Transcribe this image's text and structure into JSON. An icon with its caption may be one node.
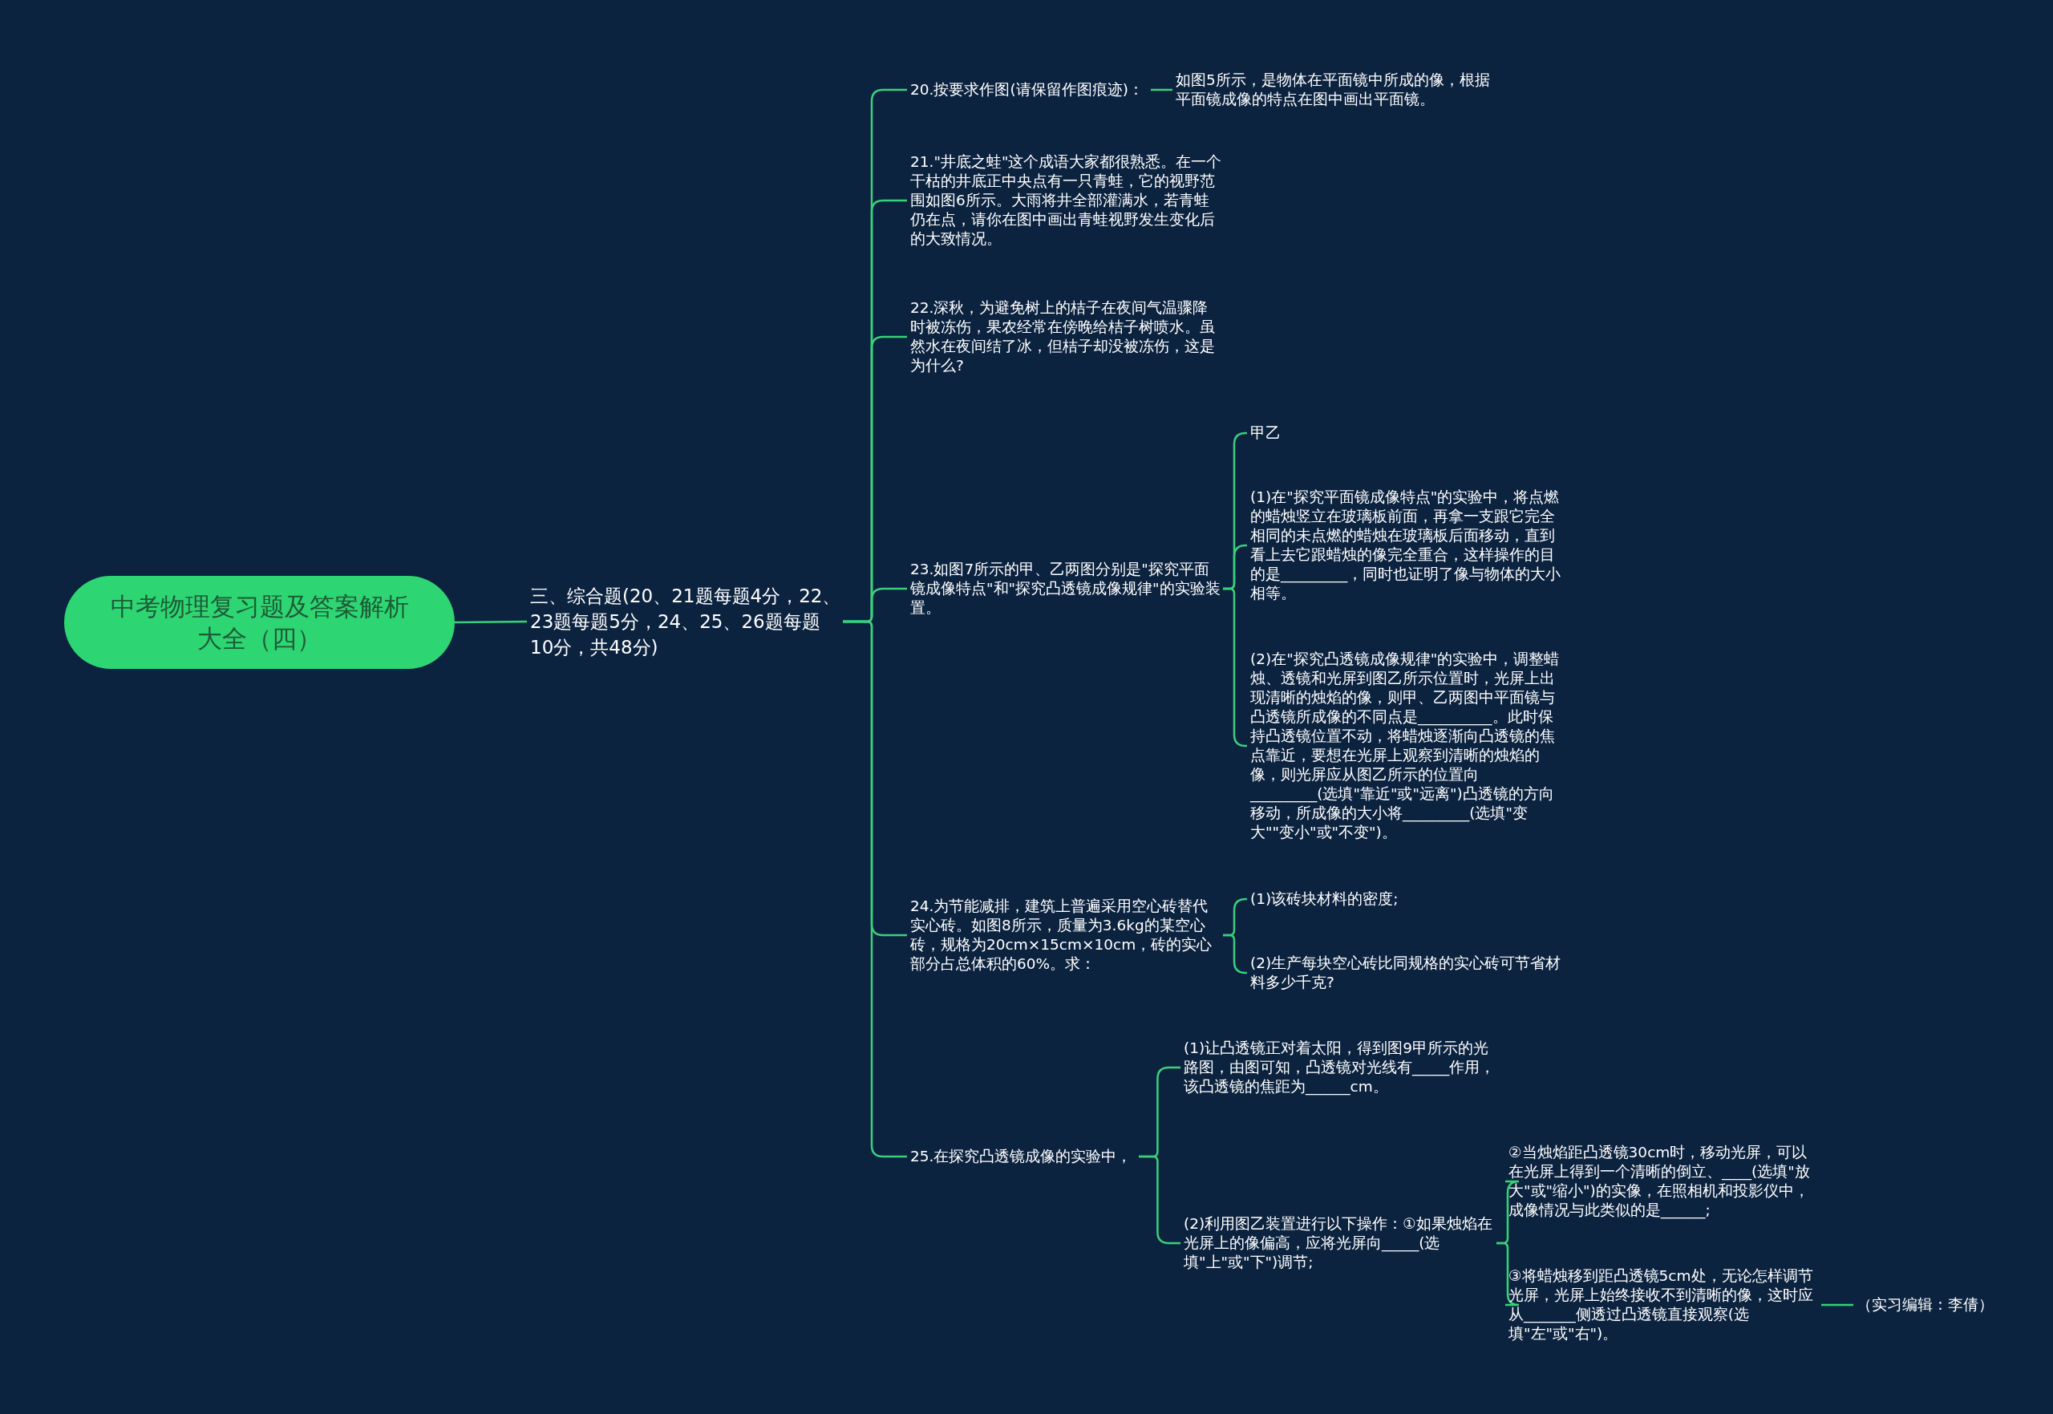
{
  "diagram": {
    "nodes": [
      {
        "text": [
          "中考物理复习题及答案解析大全（四）"
        ]
      },
      {
        "text": [
          "三、综合题(20、21题每题4分，22、23题每题5分，24、25、26题每题10分，共48分)"
        ]
      },
      {
        "text": [
          "20.按要求作图(请保留作图痕迹)："
        ]
      },
      {
        "text": [
          "如图5所示，是物体在平面镜中所成的像，根据平面镜成像的特点在图中画出平面镜。"
        ]
      },
      {
        "text": [
          "21.\"井底之蛙\"这个成语大家都很熟悉。在一个干枯的井底正中央点有一只青蛙，它的视野范围如图6所示。大雨将井全部灌满水，若青蛙仍在点，请你在图中画出青蛙视野发生变化后的大致情况。"
        ]
      },
      {
        "text": [
          "22.深秋，为避免树上的桔子在夜间气温骤降时被冻伤，果农经常在傍晚给桔子树喷水。虽然水在夜间结了冰，但桔子却没被冻伤，这是为什么?"
        ]
      },
      {
        "text": [
          "23.如图7所示的甲、乙两图分别是\"探究平面镜成像特点\"和\"探究凸透镜成像规律\"的实验装置。"
        ]
      },
      {
        "text": [
          "甲乙"
        ]
      },
      {
        "text": [
          "(1)在\"探究平面镜成像特点\"的实验中，将点燃的蜡烛竖立在玻璃板前面，再拿一支跟它完全相同的未点燃的蜡烛在玻璃板后面移动，直到看上去它跟蜡烛的像完全重合，这样操作的目的是_________，同时也证明了像与物体的大小相等。"
        ]
      },
      {
        "text": [
          "(2)在\"探究凸透镜成像规律\"的实验中，调整蜡烛、透镜和光屏到图乙所示位置时，光屏上出现清晰的烛焰的像，则甲、乙两图中平面镜与凸透镜所成像的不同点是__________。此时保持凸透镜位置不动，将蜡烛逐渐向凸透镜的焦点靠近，要想在光屏上观察到清晰的烛焰的像，则光屏应从图乙所示的位置向_________(选填\"靠近\"或\"远离\")凸透镜的方向移动，所成像的大小将_________(选填\"变大\"\"变小\"或\"不变\")。"
        ]
      },
      {
        "text": [
          "24.为节能减排，建筑上普遍采用空心砖替代实心砖。如图8所示，质量为3.6kg的某空心砖，规格为20cm×15cm×10cm，砖的实心部分占总体积的60%。求："
        ]
      },
      {
        "text": [
          "(1)该砖块材料的密度;"
        ]
      },
      {
        "text": [
          "(2)生产每块空心砖比同规格的实心砖可节省材料多少千克?"
        ]
      },
      {
        "text": [
          "25.在探究凸透镜成像的实验中，"
        ]
      },
      {
        "text": [
          "(1)让凸透镜正对着太阳，得到图9甲所示的光路图，由图可知，凸透镜对光线有_____作用，该凸透镜的焦距为______cm。"
        ]
      },
      {
        "text": [
          "(2)利用图乙装置进行以下操作：①如果烛焰在光屏上的像偏高，应将光屏向_____(选填\"上\"或\"下\")调节;"
        ]
      },
      {
        "text": [
          "②当烛焰距凸透镜30cm时，移动光屏，可以在光屏上得到一个清晰的倒立、____(选填\"放大\"或\"缩小\")的实像，在照相机和投影仪中，成像情况与此类似的是______;"
        ]
      },
      {
        "text": [
          "③将蜡烛移到距凸透镜5cm处，无论怎样调节光屏，光屏上始终接收不到清晰的像，这时应从_______侧透过凸透镜直接观察(选填\"左\"或\"右\")。"
        ]
      },
      {
        "text": [
          "（实习编辑：李倩）"
        ]
      }
    ],
    "edges": [
      {
        "from": 0,
        "to": 1,
        "arrow": "none"
      },
      {
        "from": 1,
        "to": 2,
        "arrow": "none"
      },
      {
        "from": 1,
        "to": 4,
        "arrow": "none"
      },
      {
        "from": 1,
        "to": 5,
        "arrow": "none"
      },
      {
        "from": 1,
        "to": 6,
        "arrow": "none"
      },
      {
        "from": 1,
        "to": 10,
        "arrow": "none"
      },
      {
        "from": 1,
        "to": 13,
        "arrow": "none"
      },
      {
        "from": 2,
        "to": 3,
        "arrow": "none"
      },
      {
        "from": 6,
        "to": 7,
        "arrow": "none"
      },
      {
        "from": 6,
        "to": 8,
        "arrow": "none"
      },
      {
        "from": 6,
        "to": 9,
        "arrow": "none"
      },
      {
        "from": 10,
        "to": 11,
        "arrow": "none"
      },
      {
        "from": 10,
        "to": 12,
        "arrow": "none"
      },
      {
        "from": 13,
        "to": 14,
        "arrow": "none"
      },
      {
        "from": 13,
        "to": 15,
        "arrow": "none"
      },
      {
        "from": 15,
        "to": 16,
        "arrow": "none"
      },
      {
        "from": 15,
        "to": 17,
        "arrow": "none"
      },
      {
        "from": 17,
        "to": 18,
        "arrow": "none"
      }
    ]
  }
}
